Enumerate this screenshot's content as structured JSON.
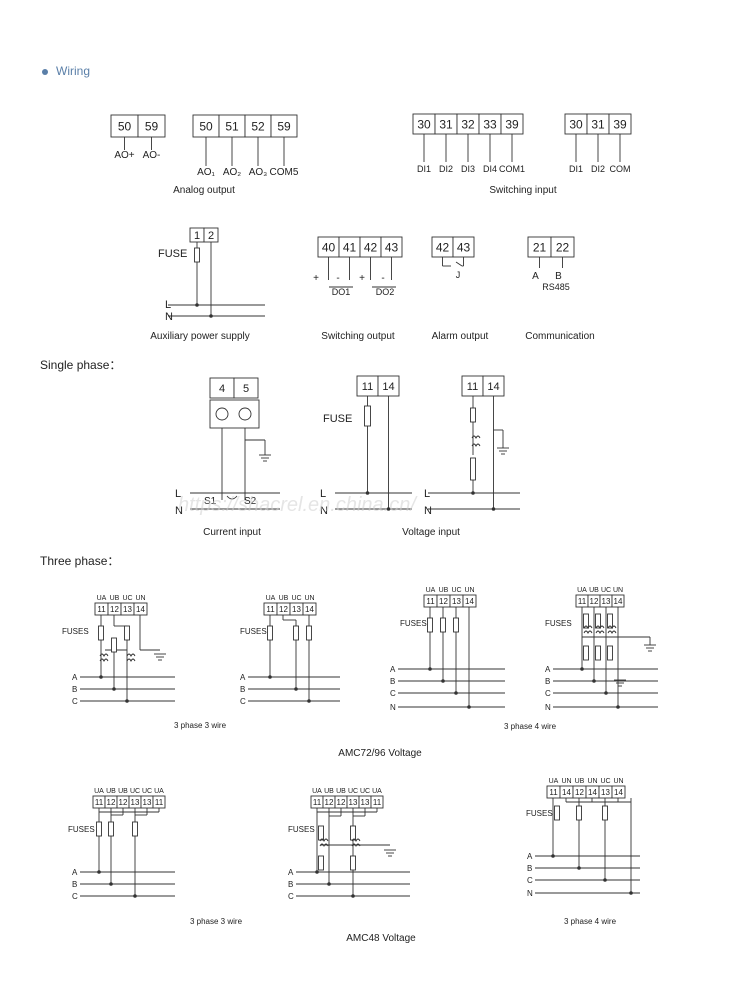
{
  "section_title": "Wiring",
  "single_phase_title": "Single phase：",
  "three_phase_title": "Three phase：",
  "watermark": "https://shacrel.en.china.cn/",
  "accent_color": "#5a7fa8",
  "analog_output": {
    "caption": "Analog output",
    "block1": {
      "terminals": [
        "50",
        "59"
      ],
      "labels": [
        "AO+",
        "AO-"
      ]
    },
    "block2": {
      "terminals": [
        "50",
        "51",
        "52",
        "59"
      ],
      "labels": [
        "AO₁",
        "AO₂",
        "AO₃",
        "COM5"
      ]
    }
  },
  "switching_input": {
    "caption": "Switching input",
    "block1": {
      "terminals": [
        "30",
        "31",
        "32",
        "33",
        "39"
      ],
      "labels": [
        "DI1",
        "DI2",
        "DI3",
        "DI4",
        "COM1"
      ]
    },
    "block2": {
      "terminals": [
        "30",
        "31",
        "39"
      ],
      "labels": [
        "DI1",
        "DI2",
        "COM"
      ]
    }
  },
  "aux_power": {
    "caption": "Auxiliary power supply",
    "terminals": [
      "1",
      "2"
    ],
    "fuse": "FUSE",
    "lines": [
      "L",
      "N"
    ]
  },
  "switching_output": {
    "caption": "Switching output",
    "terminals": [
      "40",
      "41",
      "42",
      "43"
    ],
    "signs": [
      "+",
      "-",
      "+",
      "-"
    ],
    "labels": [
      "DO1",
      "DO2"
    ]
  },
  "alarm_output": {
    "caption": "Alarm output",
    "terminals": [
      "42",
      "43"
    ],
    "label": "J"
  },
  "communication": {
    "caption": "Communication",
    "terminals": [
      "21",
      "22"
    ],
    "labels": [
      "A",
      "B"
    ],
    "bus": "RS485"
  },
  "current_input": {
    "caption": "Current input",
    "terminals": [
      "4",
      "5"
    ],
    "lines": [
      "L",
      "N"
    ],
    "ct": [
      "S1",
      "S2"
    ]
  },
  "voltage_input": {
    "caption": "Voltage input",
    "block1": {
      "terminals": [
        "11",
        "14"
      ],
      "fuse": "FUSE",
      "lines": [
        "L",
        "N"
      ]
    },
    "block2": {
      "terminals": [
        "11",
        "14"
      ]
    }
  },
  "amc7296": {
    "caption": "AMC72/96 Voltage",
    "caption_3w": "3 phase 3 wire",
    "caption_4w": "3 phase 4 wire",
    "top_labels": [
      "UA",
      "UB",
      "UC",
      "UN"
    ],
    "terminals": [
      "11",
      "12",
      "13",
      "14"
    ],
    "fuses": "FUSES",
    "lines_3w": [
      "A",
      "B",
      "C"
    ],
    "lines_4w": [
      "A",
      "B",
      "C",
      "N"
    ]
  },
  "amc48": {
    "caption": "AMC48 Voltage",
    "caption_3w": "3 phase 3 wire",
    "caption_4w": "3 phase 4 wire",
    "top_labels_3w": [
      "UA",
      "UB",
      "UB",
      "UC",
      "UC",
      "UA"
    ],
    "terminals_3w": [
      "11",
      "12",
      "12",
      "13",
      "13",
      "11"
    ],
    "top_labels_4w": [
      "UA",
      "UN",
      "UB",
      "UN",
      "UC",
      "UN"
    ],
    "terminals_4w": [
      "11",
      "14",
      "12",
      "14",
      "13",
      "14"
    ],
    "fuses": "FUSES",
    "lines_3w": [
      "A",
      "B",
      "C"
    ],
    "lines_4w": [
      "A",
      "B",
      "C",
      "N"
    ]
  }
}
